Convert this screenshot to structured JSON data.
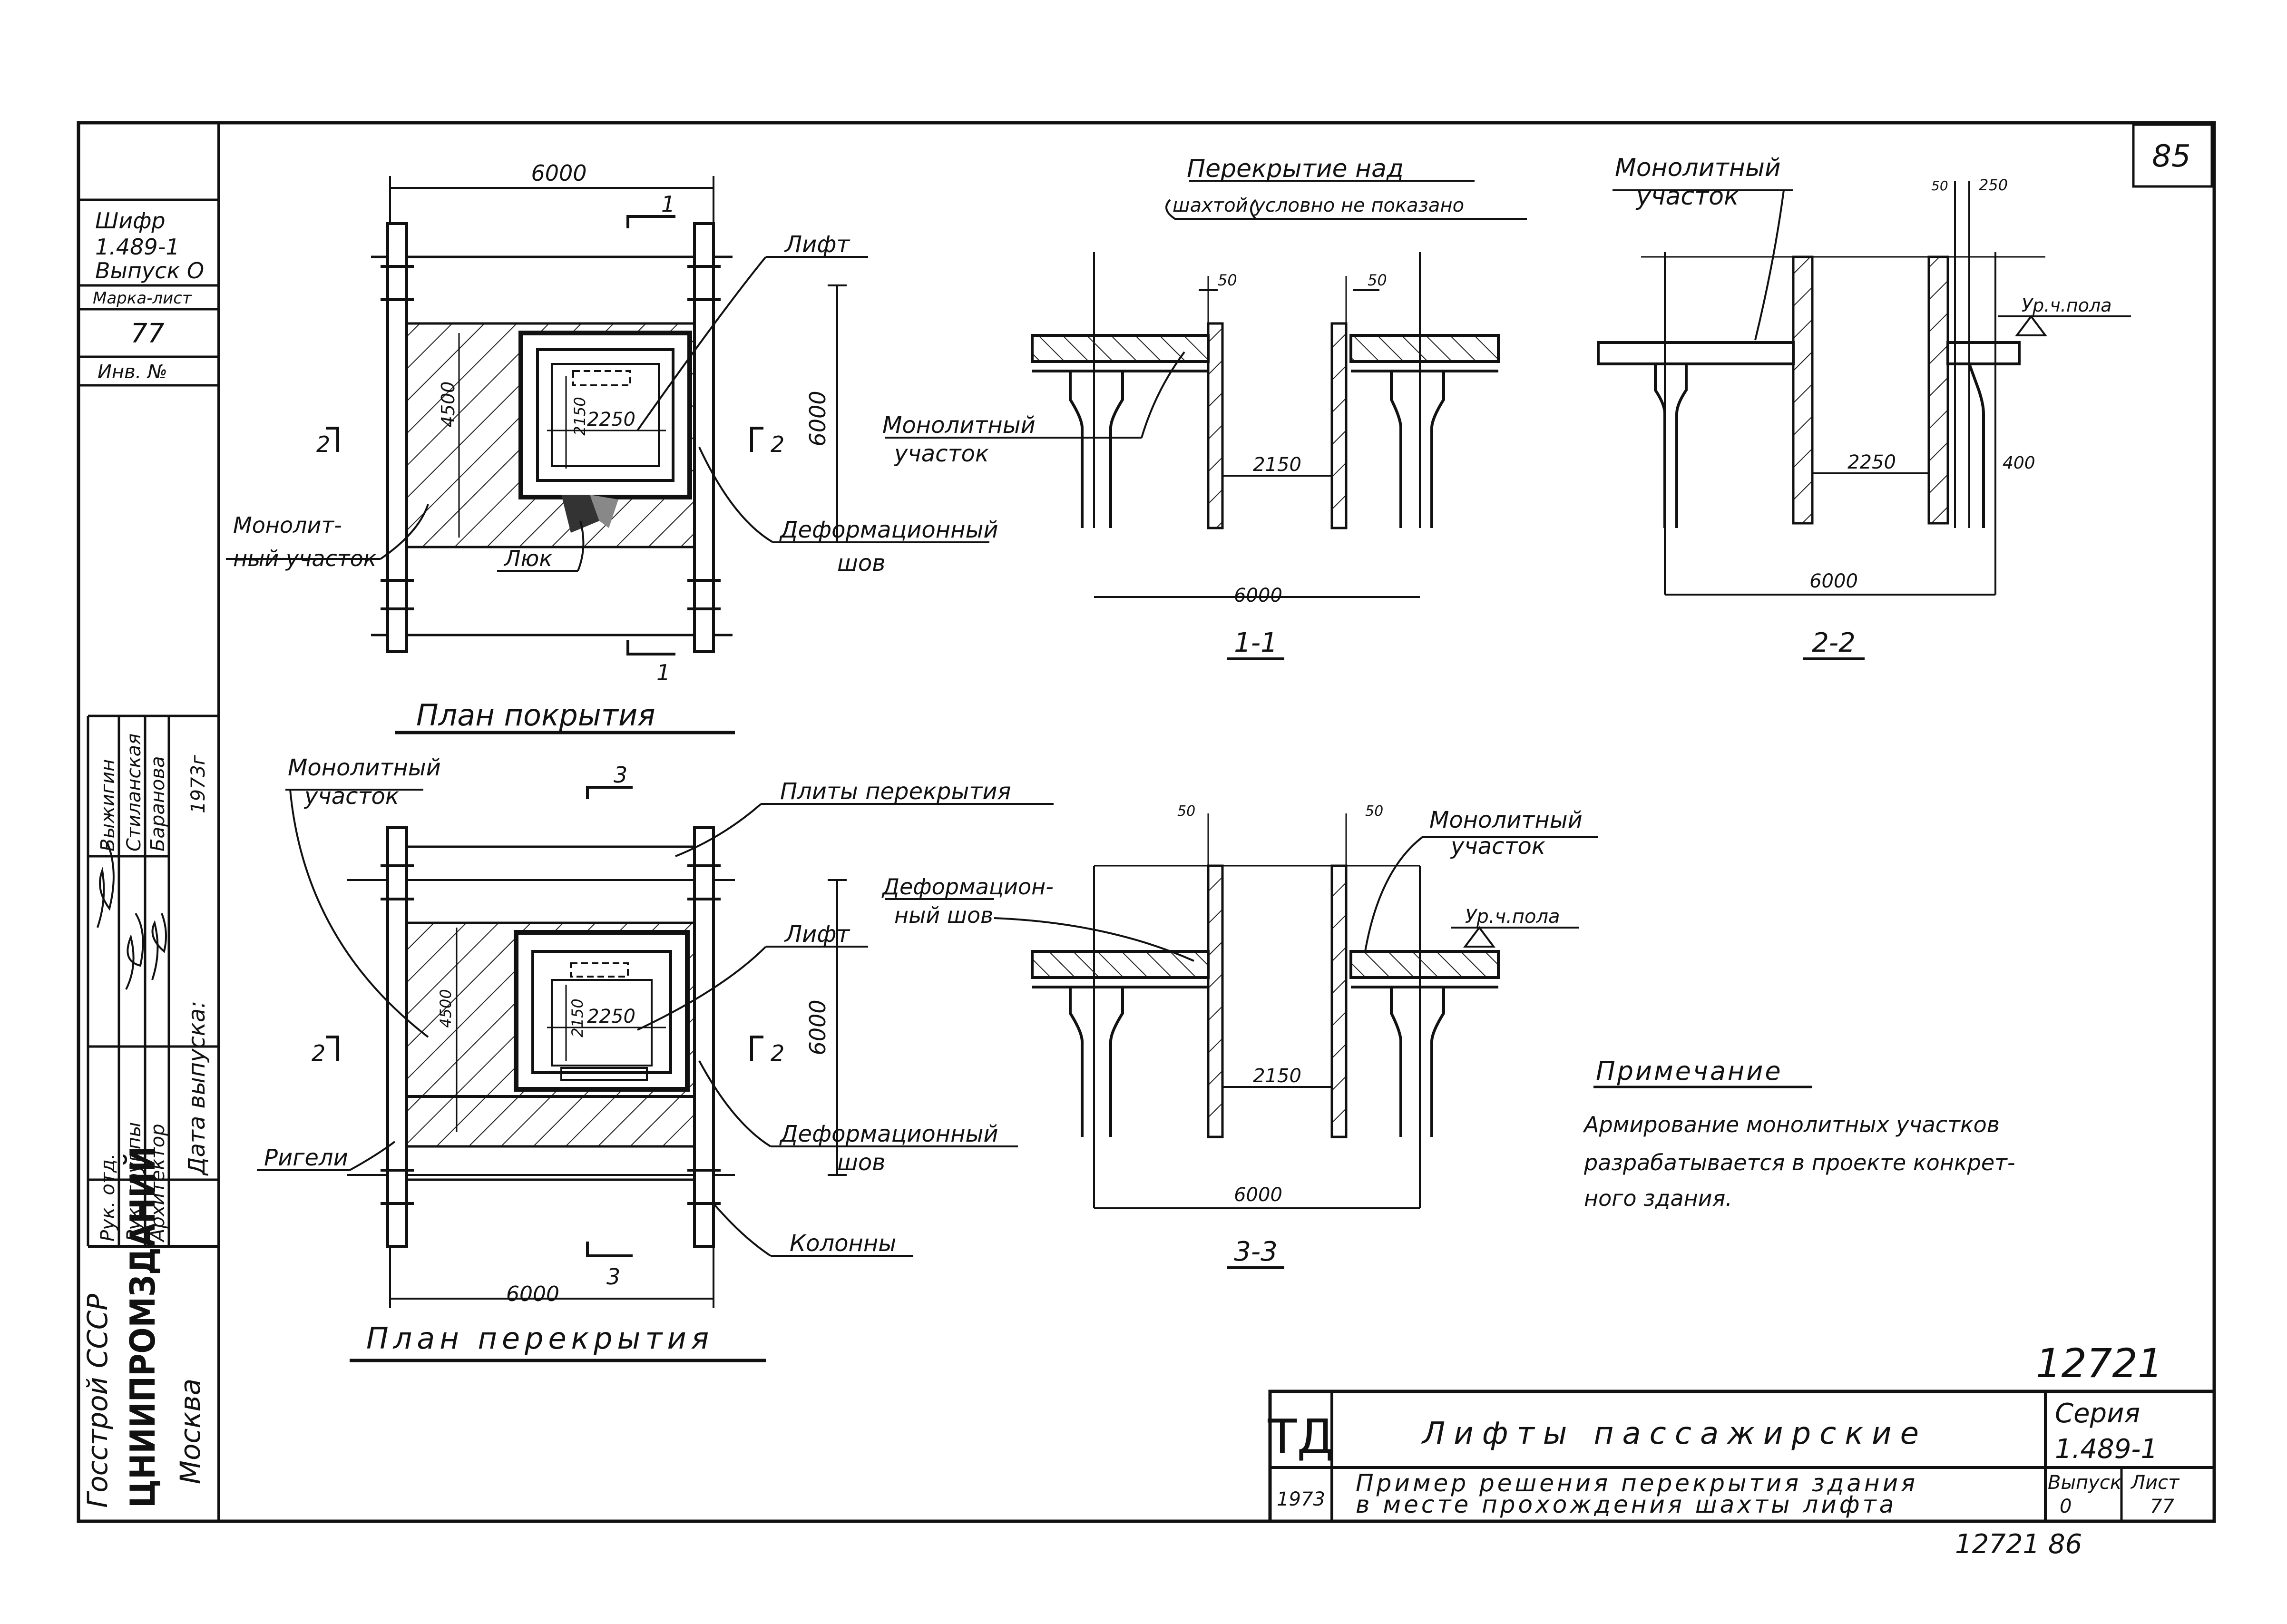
{
  "sheet": {
    "page_number": "85",
    "bottom_stamp": "12721 86",
    "archive_number": "12721"
  },
  "left_margin": {
    "cipher_label": "Шифр",
    "cipher_value": "1.489-1",
    "issue_label": "Выпуск О",
    "mark_sheet_label": "Марка-лист",
    "mark_sheet_value": "77",
    "inv_label": "Инв. №",
    "roles": [
      "Рук. отд.",
      "Рук. группы",
      "Архитектор"
    ],
    "names": [
      "Выжигин",
      "Стиланская",
      "Баранова"
    ],
    "release_date_label": "Дата выпуска:",
    "release_date_value": "1973г",
    "org_line1": "Госстрой СССР",
    "org_line2": "ЦНИИПРОМЗДАНИЙ",
    "org_line3": "Москва"
  },
  "plan_top": {
    "title": "План покрытия",
    "dim_width": "6000",
    "dim_height": "6000",
    "dim_inner": "4500",
    "lift_w": "2250",
    "lift_h": "2150",
    "section_mark_1": "1",
    "section_mark_2": "2",
    "label_lift": "Лифт",
    "label_monolith_a": "Монолит-",
    "label_monolith_b": "ный участок",
    "label_hatch": "Люк",
    "label_joint_a": "Деформационный",
    "label_joint_b": "шов"
  },
  "section_1_1": {
    "title": "1-1",
    "note_a": "Перекрытие над",
    "note_b": "шахтой условно не показано",
    "dim_50a": "50",
    "dim_50b": "50",
    "dim_shaft": "2150",
    "dim_span": "6000",
    "label_monolith_a": "Монолитный",
    "label_monolith_b": "участок"
  },
  "section_2_2": {
    "title": "2-2",
    "label_monolith_a": "Монолитный",
    "label_monolith_b": "участок",
    "dim_50": "50",
    "dim_250": "250",
    "label_floor": "Ур.ч.пола",
    "dim_shaft": "2250",
    "dim_400": "400",
    "dim_span": "6000"
  },
  "plan_bottom": {
    "title": "План перекрытия",
    "label_monolith_a": "Монолитный",
    "label_monolith_b": "участок",
    "label_slabs": "Плиты перекрытия",
    "label_lift": "Лифт",
    "label_beams": "Ригели",
    "label_joint_a": "Деформационный",
    "label_joint_b": "шов",
    "label_columns": "Колонны",
    "dim_width": "6000",
    "dim_height": "6000",
    "dim_inner": "4500",
    "lift_w": "2250",
    "lift_h": "2150",
    "section_mark_3": "3",
    "section_mark_2": "2"
  },
  "section_3_3": {
    "title": "3-3",
    "dim_50a": "50",
    "dim_50b": "50",
    "label_monolith_a": "Монолитный",
    "label_monolith_b": "участок",
    "label_joint_a": "Деформацион-",
    "label_joint_b": "ный шов",
    "label_floor": "Ур.ч.пола",
    "dim_shaft": "2150",
    "dim_span": "6000"
  },
  "note": {
    "title": "Примечание",
    "line1": "Армирование монолитных участков",
    "line2": "разрабатывается в проекте конкрет-",
    "line3": "ного здания."
  },
  "title_block": {
    "logo": "ТД",
    "year": "1973",
    "title": "Лифты пассажирские",
    "subtitle_1": "Пример решения перекрытия здания",
    "subtitle_2": "в месте прохождения шахты лифта",
    "series_label": "Серия",
    "series_value": "1.489-1",
    "issue_label": "Выпуск",
    "issue_value": "0",
    "sheet_label": "Лист",
    "sheet_value": "77"
  }
}
